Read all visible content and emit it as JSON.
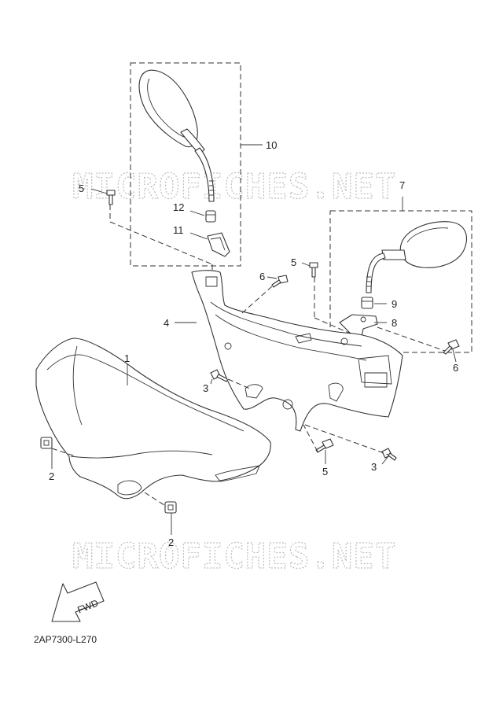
{
  "watermark": "MICROFICHES.NET",
  "diagram_code": "2AP7300-L270",
  "fwd_label": "FWD",
  "callouts": {
    "c1": "1",
    "c2a": "2",
    "c2b": "2",
    "c3a": "3",
    "c3b": "3",
    "c4": "4",
    "c5a": "5",
    "c5b": "5",
    "c5c": "5",
    "c6a": "6",
    "c6b": "6",
    "c7": "7",
    "c8": "8",
    "c9": "9",
    "c10": "10",
    "c11": "11",
    "c12": "12"
  }
}
